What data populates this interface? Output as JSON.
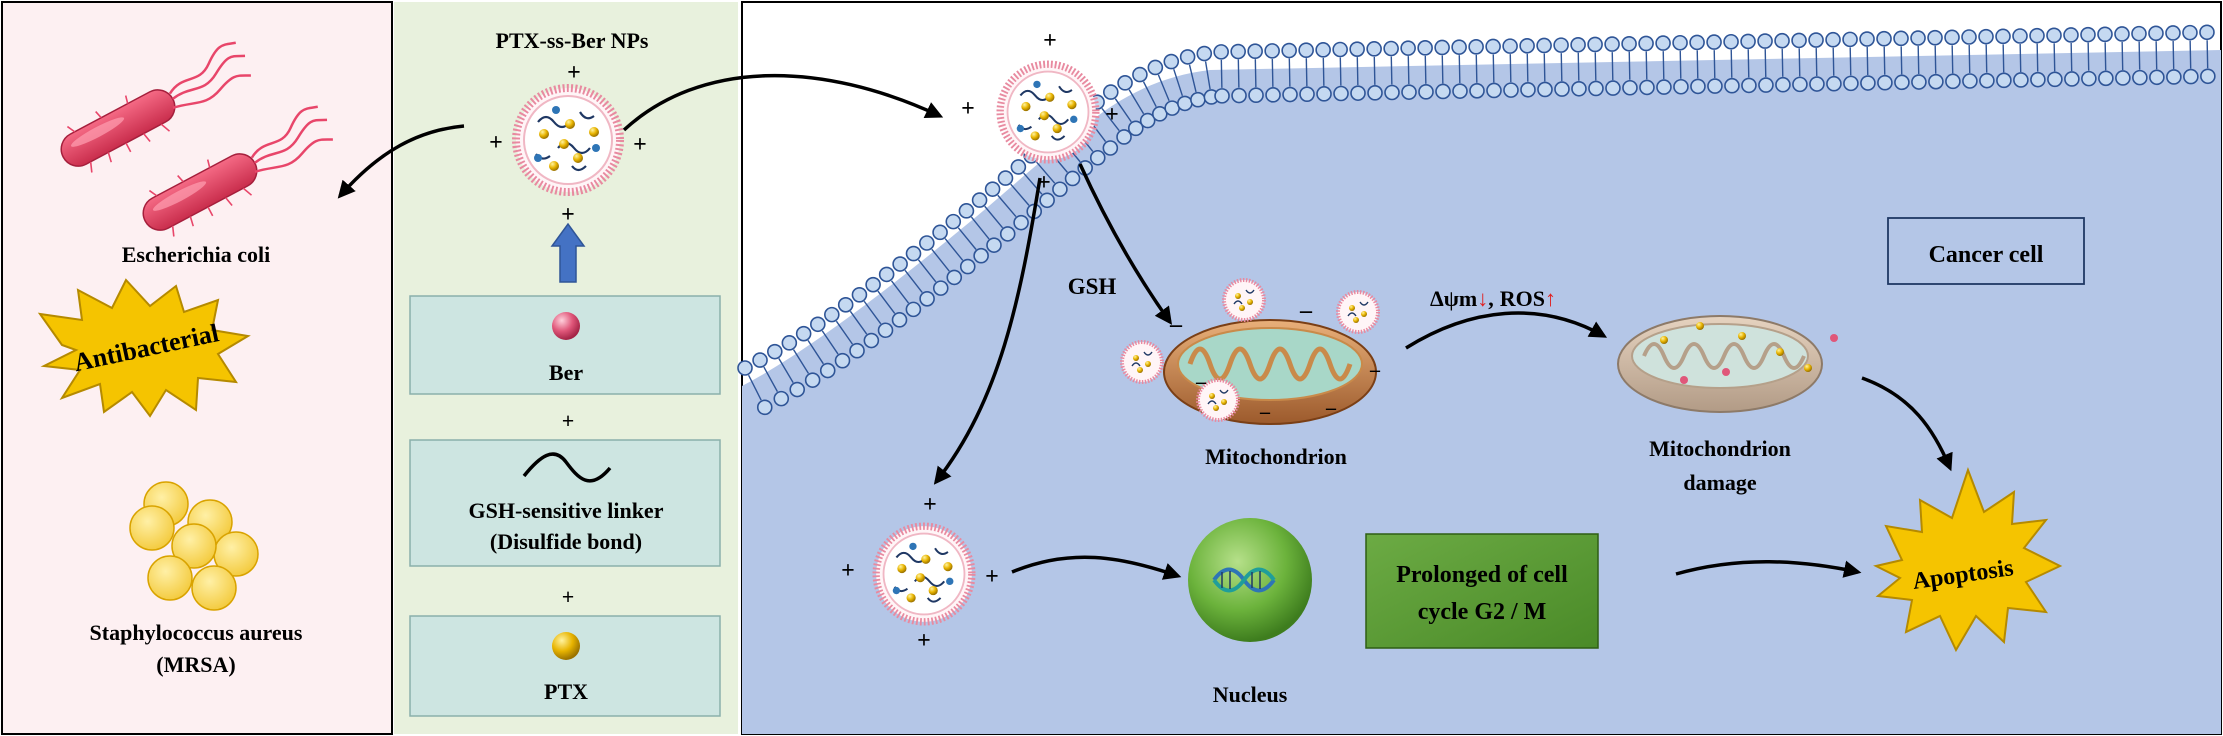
{
  "bacteria_panel": {
    "ecoli_label": "Escherichia coli",
    "antibacterial_label": "Antibacterial",
    "staph_label_line1": "Staphylococcus aureus",
    "staph_label_line2": "(MRSA)"
  },
  "composition_panel": {
    "nps_title": "PTX-ss-Ber NPs",
    "ber_label": "Ber",
    "linker_label_line1": "GSH-sensitive linker",
    "linker_label_line2": "(Disulfide bond)",
    "ptx_label": "PTX",
    "plus_sign": "+"
  },
  "cell_panel": {
    "cancer_cell_label": "Cancer cell",
    "gsh_label": "GSH",
    "mitochondrion_label": "Mitochondrion",
    "delta_label": "Δψm",
    "ros_label": "ROS",
    "down_arrow": "↓",
    "up_arrow": "↑",
    "comma": ",",
    "damage_label_line1": "Mitochondrion",
    "damage_label_line2": "damage",
    "nucleus_label": "Nucleus",
    "cycle_label_line1": "Prolonged of cell",
    "cycle_label_line2": "cycle G2 / M",
    "apoptosis_label": "Apoptosis"
  },
  "colors": {
    "left_panel_bg": "#fdf0f2",
    "middle_panel_bg": "#e8f1dd",
    "cell_bg": "#b4c6e7",
    "component_box": "#cde5e1",
    "membrane_head": "#c5d9f1",
    "burst": "#f5c400",
    "cycle_box": "#5a9b33",
    "arrow_red": "#e02020"
  }
}
